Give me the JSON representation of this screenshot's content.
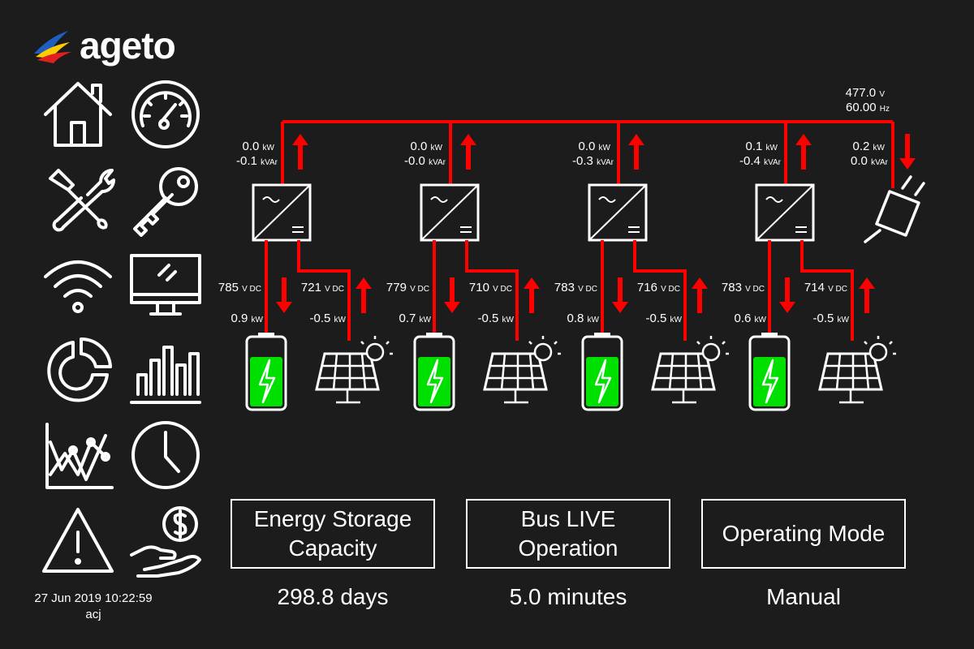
{
  "brand": {
    "name": "ageto"
  },
  "nav": {
    "items": [
      {
        "icon": "home-icon"
      },
      {
        "icon": "gauge-icon"
      },
      {
        "icon": "tools-icon"
      },
      {
        "icon": "key-icon"
      },
      {
        "icon": "wifi-icon"
      },
      {
        "icon": "monitor-icon"
      },
      {
        "icon": "pie-chart-icon"
      },
      {
        "icon": "bar-chart-icon"
      },
      {
        "icon": "line-chart-icon"
      },
      {
        "icon": "clock-icon"
      },
      {
        "icon": "warning-icon"
      },
      {
        "icon": "money-hand-icon"
      }
    ]
  },
  "status": {
    "datetime": "27 Jun 2019 10:22:59",
    "user": "acj"
  },
  "colors": {
    "line": "#ff0000",
    "battery_fill": "#00e000",
    "background": "#1c1c1c"
  },
  "bus": {
    "voltage": "477.0",
    "voltage_unit": "V",
    "frequency": "60.00",
    "frequency_unit": "Hz"
  },
  "load": {
    "kw": "0.2",
    "kvar": "0.0",
    "kw_unit": "kW",
    "kvar_unit": "kVAr",
    "flow": "down"
  },
  "units": [
    {
      "ac_kw": "0.0",
      "ac_kvar": "-0.1",
      "ac_flow": "up",
      "batt_v": "785",
      "batt_kw": "0.9",
      "batt_flow": "down",
      "pv_v": "721",
      "pv_kw": "-0.5",
      "pv_flow": "up"
    },
    {
      "ac_kw": "0.0",
      "ac_kvar": "-0.0",
      "ac_flow": "up",
      "batt_v": "779",
      "batt_kw": "0.7",
      "batt_flow": "down",
      "pv_v": "710",
      "pv_kw": "-0.5",
      "pv_flow": "up"
    },
    {
      "ac_kw": "0.0",
      "ac_kvar": "-0.3",
      "ac_flow": "up",
      "batt_v": "783",
      "batt_kw": "0.8",
      "batt_flow": "down",
      "pv_v": "716",
      "pv_kw": "-0.5",
      "pv_flow": "up"
    },
    {
      "ac_kw": "0.1",
      "ac_kvar": "-0.4",
      "ac_flow": "up",
      "batt_v": "783",
      "batt_kw": "0.6",
      "batt_flow": "down",
      "pv_v": "714",
      "pv_kw": "-0.5",
      "pv_flow": "up"
    }
  ],
  "unit_labels": {
    "kw": "kW",
    "kvar": "kVAr",
    "vdc": "V DC"
  },
  "panels": {
    "storage": {
      "title_line1": "Energy Storage",
      "title_line2": "Capacity",
      "value": "298.8 days"
    },
    "bus": {
      "title_line1": "Bus LIVE",
      "title_line2": "Operation",
      "value": "5.0 minutes"
    },
    "mode": {
      "title": "Operating Mode",
      "value": "Manual"
    }
  }
}
